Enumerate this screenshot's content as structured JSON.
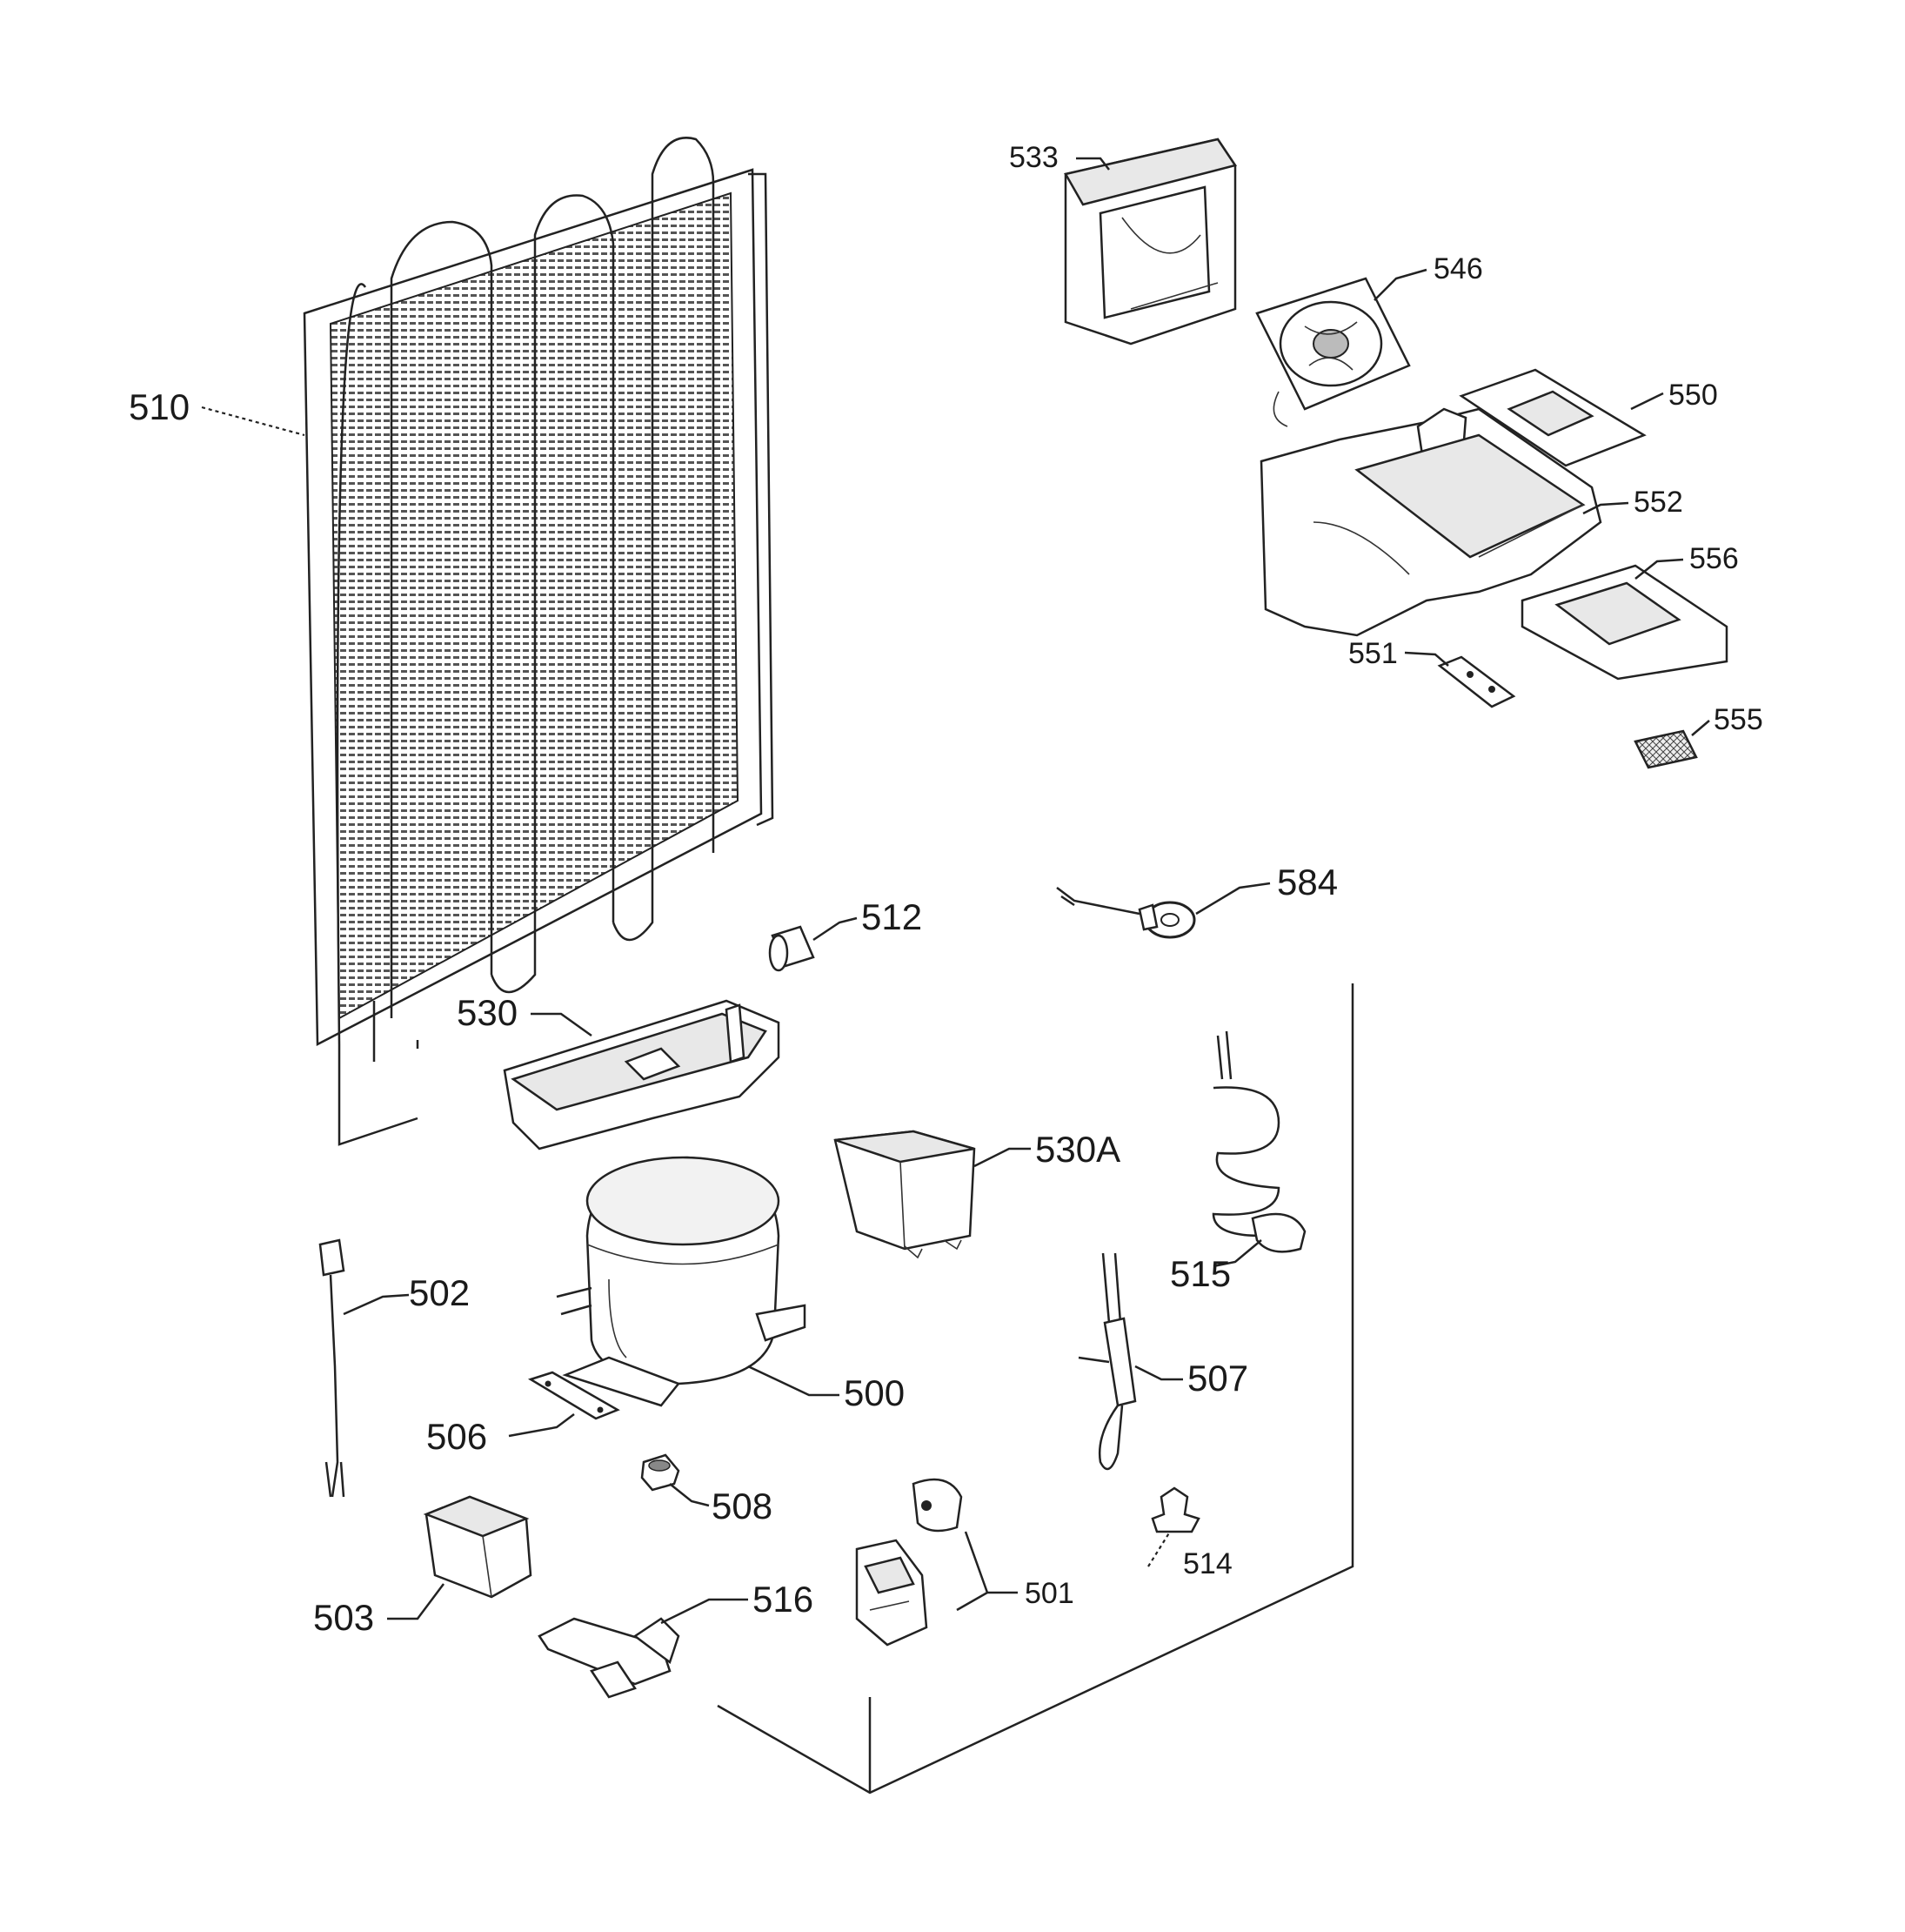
{
  "labels": {
    "p500": "500",
    "p501": "501",
    "p502": "502",
    "p503": "503",
    "p506": "506",
    "p507": "507",
    "p508": "508",
    "p510": "510",
    "p512": "512",
    "p514": "514",
    "p515": "515",
    "p516": "516",
    "p530": "530",
    "p530A": "530A",
    "p533": "533",
    "p546": "546",
    "p550": "550",
    "p551": "551",
    "p552": "552",
    "p555": "555",
    "p556": "556",
    "p584": "584"
  }
}
